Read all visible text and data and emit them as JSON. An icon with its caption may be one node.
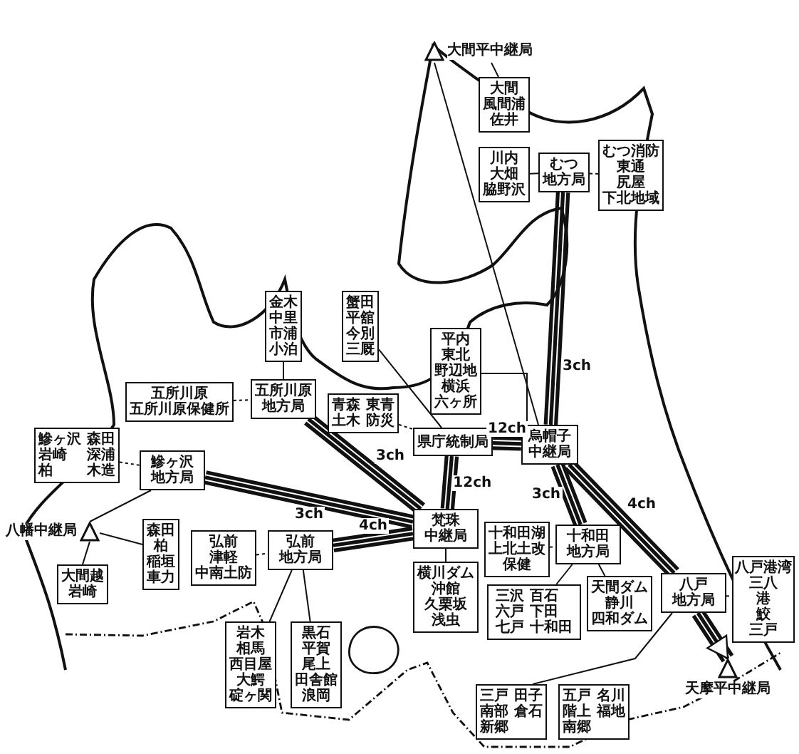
{
  "diagram": {
    "nodes": [
      {
        "text": [
          "大間平中継局"
        ]
      },
      {
        "text": [
          "大間",
          "風間浦",
          "佐井"
        ]
      },
      {
        "text": [
          "川内",
          "大畑",
          "脇野沢"
        ]
      },
      {
        "text": [
          "むつ",
          "地方局"
        ]
      },
      {
        "text": [
          "むつ消防",
          "東通",
          "尻屋",
          "下北地域"
        ]
      },
      {
        "text": [
          "金木",
          "中里",
          "市浦",
          "小泊"
        ]
      },
      {
        "text": [
          "蟹田",
          "平舘",
          "今別",
          "三厩"
        ]
      },
      {
        "text": [
          "五所川原",
          "五所川原保健所"
        ]
      },
      {
        "text": [
          "五所川原",
          "地方局"
        ]
      },
      {
        "text": [
          "青森",
          "東青",
          "土木",
          "防災"
        ]
      },
      {
        "text": [
          "県庁統制局"
        ]
      },
      {
        "text": [
          "平内",
          "東北",
          "野辺地",
          "横浜",
          "六ヶ所"
        ]
      },
      {
        "text": [
          "烏帽子",
          "中継局"
        ]
      },
      {
        "text": [
          "鰺ヶ沢",
          "森田",
          "岩崎",
          "深浦",
          "柏",
          "木造"
        ]
      },
      {
        "text": [
          "鰺ヶ沢",
          "地方局"
        ]
      },
      {
        "text": [
          "八幡中継局"
        ]
      },
      {
        "text": [
          "大間越",
          "岩崎"
        ]
      },
      {
        "text": [
          "森田",
          "柏",
          "稲垣",
          "車力"
        ]
      },
      {
        "text": [
          "弘前",
          "津軽",
          "中南土防"
        ]
      },
      {
        "text": [
          "弘前",
          "地方局"
        ]
      },
      {
        "text": [
          "梵珠",
          "中継局"
        ]
      },
      {
        "text": [
          "十和田湖",
          "上北土改",
          "保健"
        ]
      },
      {
        "text": [
          "十和田",
          "地方局"
        ]
      },
      {
        "text": [
          "八戸",
          "地方局"
        ]
      },
      {
        "text": [
          "八戸港湾",
          "三八",
          "港",
          "鮫",
          "三戸"
        ]
      },
      {
        "text": [
          "横川ダム",
          "沖館",
          "久栗坂",
          "浅虫"
        ]
      },
      {
        "text": [
          "三沢",
          "百石",
          "六戸",
          "下田",
          "七戸",
          "十和田"
        ]
      },
      {
        "text": [
          "天間ダム",
          "静川",
          "四和ダム"
        ]
      },
      {
        "text": [
          "天摩平中継局"
        ]
      },
      {
        "text": [
          "三戸",
          "田子",
          "南部",
          "倉石",
          "新郷"
        ]
      },
      {
        "text": [
          "五戸",
          "名川",
          "階上",
          "福地",
          "南郷"
        ]
      },
      {
        "text": [
          "岩木",
          "相馬",
          "西目屋",
          "大鰐",
          "碇ヶ関"
        ]
      },
      {
        "text": [
          "黒石",
          "平賀",
          "尾上",
          "田舎館",
          "浪岡"
        ]
      }
    ],
    "edges": [
      {
        "from": 0,
        "to": 1,
        "arrow": "none"
      },
      {
        "from": 0,
        "to": 12,
        "arrow": "none"
      },
      {
        "from": 2,
        "to": 3,
        "arrow": "none"
      },
      {
        "from": 3,
        "to": 4,
        "arrow": "none",
        "style": "dashed"
      },
      {
        "from": 3,
        "to": 12,
        "arrow": "none",
        "style": "thick",
        "label": "3ch"
      },
      {
        "from": 5,
        "to": 8,
        "arrow": "none"
      },
      {
        "from": 6,
        "to": 10,
        "arrow": "none"
      },
      {
        "from": 7,
        "to": 8,
        "arrow": "none",
        "style": "dashed"
      },
      {
        "from": 8,
        "to": 20,
        "arrow": "none",
        "style": "thick",
        "label": "3ch"
      },
      {
        "from": 9,
        "to": 10,
        "arrow": "none",
        "style": "dashed"
      },
      {
        "from": 10,
        "to": 12,
        "arrow": "none",
        "style": "thick",
        "label": "12ch"
      },
      {
        "from": 10,
        "to": 20,
        "arrow": "none",
        "style": "thick",
        "label": "12ch"
      },
      {
        "from": 11,
        "to": 12,
        "arrow": "none"
      },
      {
        "from": 13,
        "to": 14,
        "arrow": "none",
        "style": "dashed"
      },
      {
        "from": 14,
        "to": 20,
        "arrow": "none",
        "style": "thick",
        "label": "3ch"
      },
      {
        "from": 14,
        "to": 15,
        "arrow": "none"
      },
      {
        "from": 15,
        "to": 16,
        "arrow": "none"
      },
      {
        "from": 15,
        "to": 17,
        "arrow": "none"
      },
      {
        "from": 18,
        "to": 19,
        "arrow": "none",
        "style": "dashed"
      },
      {
        "from": 19,
        "to": 20,
        "arrow": "none",
        "style": "thick",
        "label": "4ch"
      },
      {
        "from": 19,
        "to": 31,
        "arrow": "none"
      },
      {
        "from": 19,
        "to": 32,
        "arrow": "none"
      },
      {
        "from": 20,
        "to": 25,
        "arrow": "none"
      },
      {
        "from": 12,
        "to": 22,
        "arrow": "none",
        "style": "thick",
        "label": "3ch"
      },
      {
        "from": 12,
        "to": 23,
        "arrow": "none",
        "style": "thick",
        "label": "4ch"
      },
      {
        "from": 21,
        "to": 22,
        "arrow": "none",
        "style": "dashed"
      },
      {
        "from": 22,
        "to": 26,
        "arrow": "none"
      },
      {
        "from": 22,
        "to": 27,
        "arrow": "none"
      },
      {
        "from": 23,
        "to": 24,
        "arrow": "none",
        "style": "dashed"
      },
      {
        "from": 23,
        "to": 28,
        "arrow": "to",
        "style": "thick"
      },
      {
        "from": 23,
        "to": 29,
        "arrow": "none"
      }
    ]
  }
}
